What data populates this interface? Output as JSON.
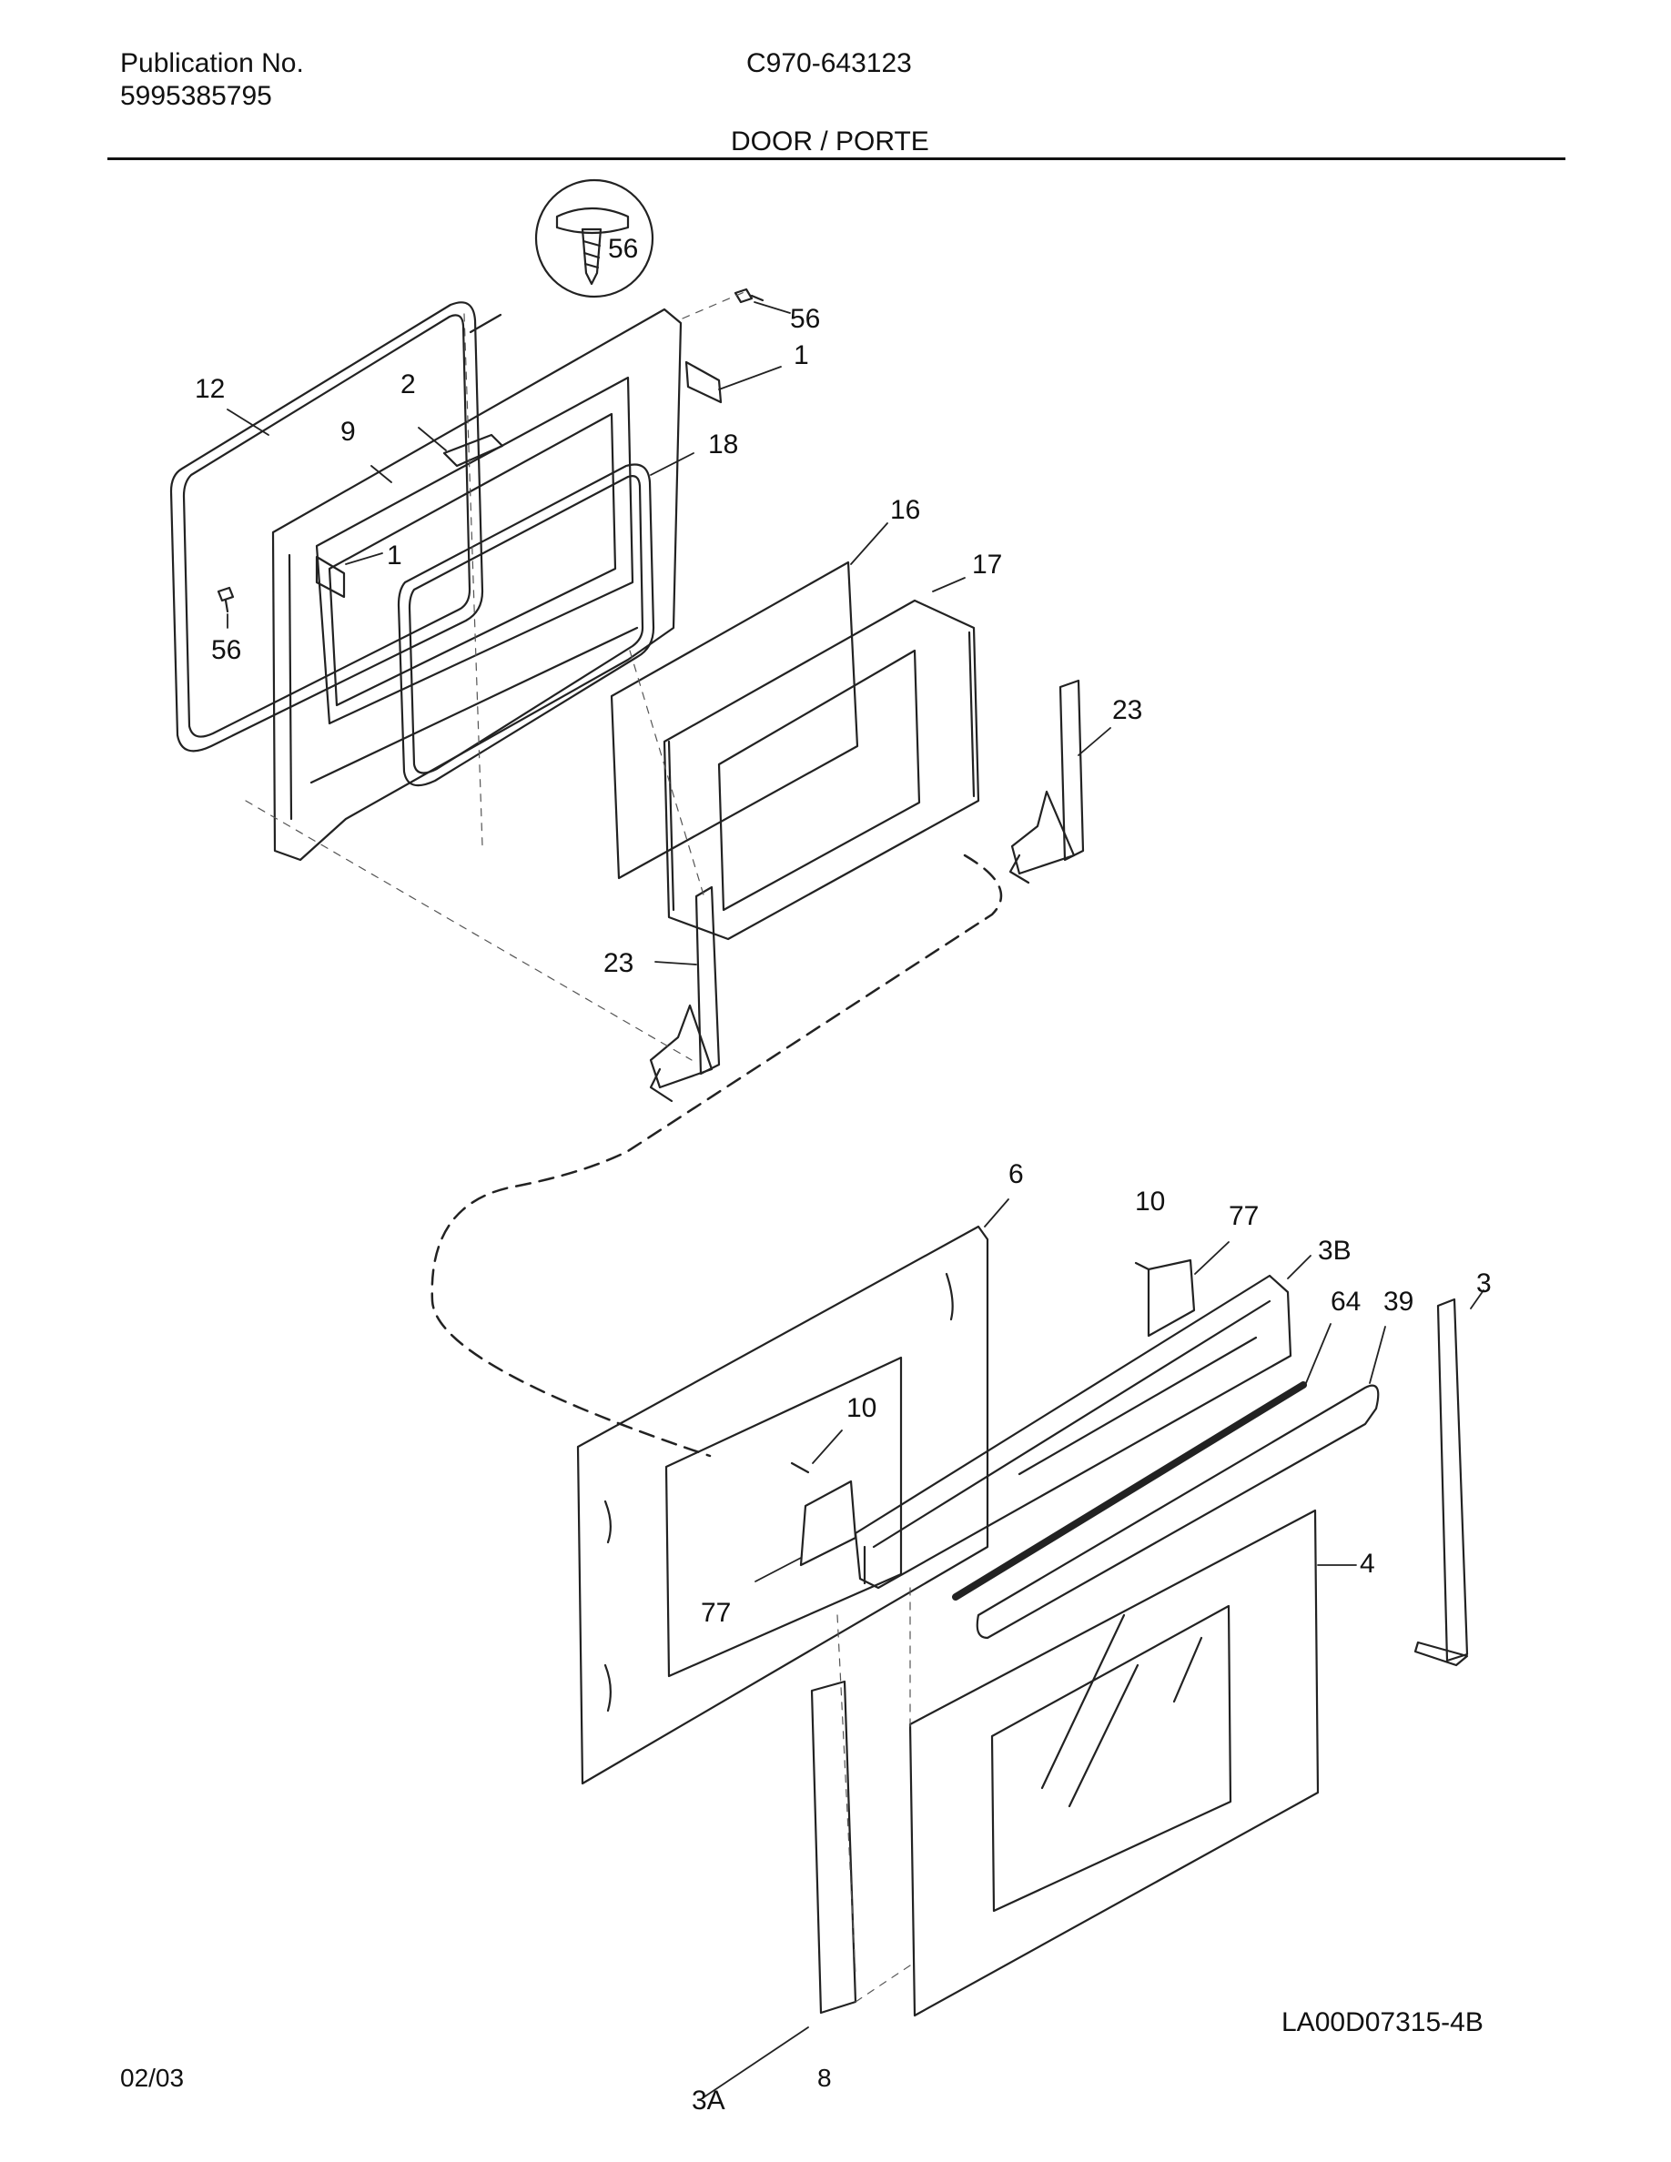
{
  "header": {
    "publication_label": "Publication No.",
    "publication_number": "5995385795",
    "model": "C970-643123",
    "section_title": "DOOR / PORTE"
  },
  "callouts": {
    "c56_circle": "56",
    "c56_top": "56",
    "c1_top": "1",
    "c12": "12",
    "c2": "2",
    "c9": "9",
    "c18": "18",
    "c1_left": "1",
    "c56_left": "56",
    "c16": "16",
    "c17": "17",
    "c23_right": "23",
    "c23_left": "23",
    "c6": "6",
    "c10_top": "10",
    "c77_top": "77",
    "c3B": "3B",
    "c3": "3",
    "c64": "64",
    "c39": "39",
    "c10_mid": "10",
    "c4": "4",
    "c77_bottom": "77",
    "c3A": "3A"
  },
  "drawing_code": "LA00D07315-4B",
  "footer": {
    "date": "02/03",
    "page": "8"
  }
}
